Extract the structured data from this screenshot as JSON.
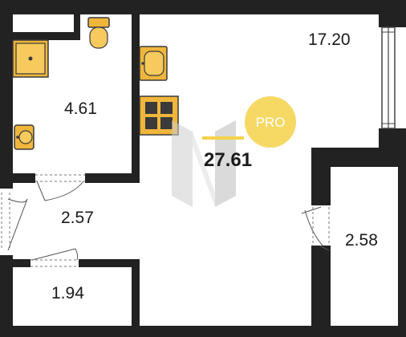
{
  "rooms": {
    "living_area": "17.20",
    "bathroom_area": "4.61",
    "hallway_area": "2.57",
    "storage_area": "1.94",
    "balcony_area": "2.58"
  },
  "total_area": "27.61",
  "badge": {
    "text": "PRO",
    "color": "#f5d24a"
  },
  "colors": {
    "walls": "#222222",
    "fixtures": "#f0b63c",
    "watermark": "#c9c9c9"
  }
}
